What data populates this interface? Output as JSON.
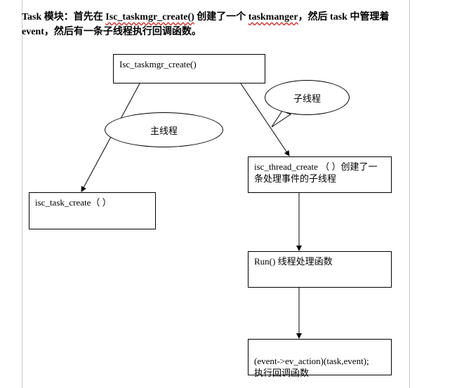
{
  "heading": {
    "part1": "Task 模块：首先在 ",
    "func1": "Isc_taskmgr_create()",
    "part2": " 创建了一个 ",
    "word": "taskmanger",
    "part3": "，然后 task 中管理着 event，然后有一条子线程执行回调函数。"
  },
  "nodes": {
    "taskmgr": "Isc_taskmgr_create()",
    "task_create": "isc_task_create（ ）",
    "thread_create": "isc_thread_create （ ）创建了一条处理事件的子线程",
    "run": "Run() 线程处理函数",
    "callback": "(event->ev_action)(task,event);\n执行回调函数"
  },
  "bubbles": {
    "main_thread": "主线程",
    "sub_thread": "子线程"
  }
}
